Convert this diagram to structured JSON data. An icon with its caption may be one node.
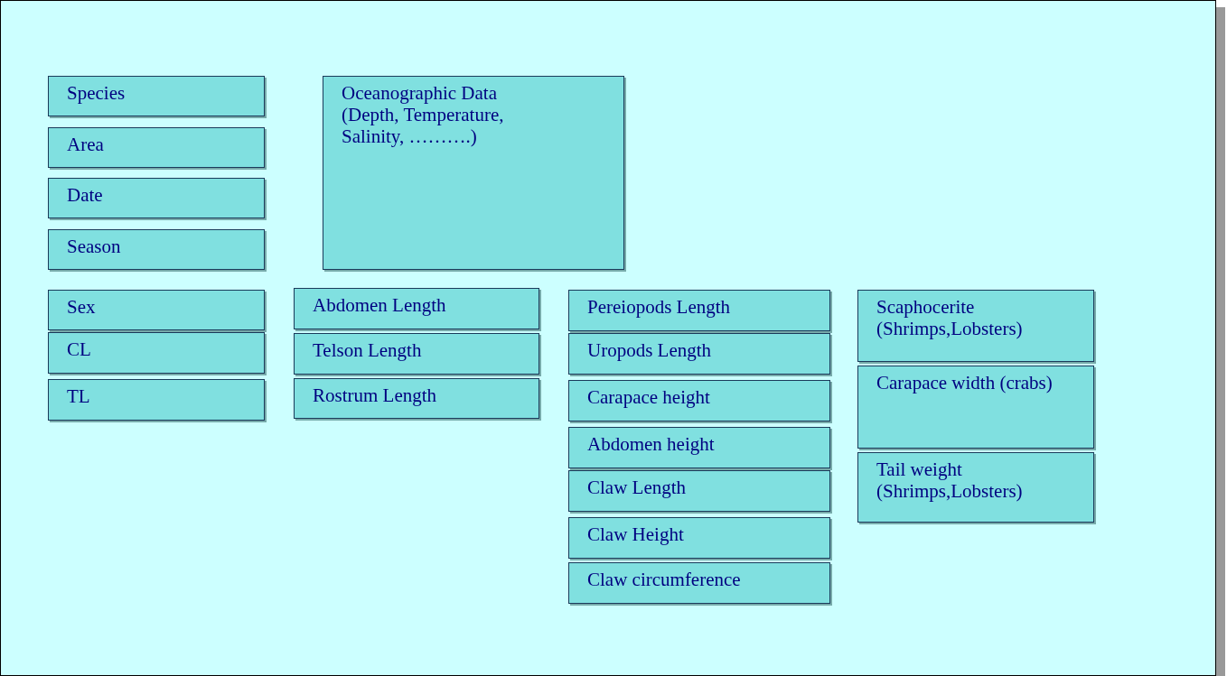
{
  "diagram": {
    "nodes": [
      {
        "text": [
          "Species"
        ]
      },
      {
        "text": [
          "Area"
        ]
      },
      {
        "text": [
          "Date"
        ]
      },
      {
        "text": [
          "Season"
        ]
      },
      {
        "text": [
          "Oceanographic Data (Depth, Temperature, Salinity, ……….)"
        ]
      },
      {
        "text": [
          "Sex"
        ]
      },
      {
        "text": [
          "CL"
        ]
      },
      {
        "text": [
          "TL"
        ]
      },
      {
        "text": [
          "Abdomen Length"
        ]
      },
      {
        "text": [
          "Telson Length"
        ]
      },
      {
        "text": [
          "Rostrum Length"
        ]
      },
      {
        "text": [
          "Pereiopods Length"
        ]
      },
      {
        "text": [
          "Uropods Length"
        ]
      },
      {
        "text": [
          "Carapace height"
        ]
      },
      {
        "text": [
          "Abdomen height"
        ]
      },
      {
        "text": [
          "Claw Length"
        ]
      },
      {
        "text": [
          "Claw Height"
        ]
      },
      {
        "text": [
          "Claw circumference"
        ]
      },
      {
        "text": [
          "Scaphocerite (Shrimps,Lobsters)"
        ]
      },
      {
        "text": [
          "Carapace width (crabs)"
        ]
      },
      {
        "text": [
          "Tail weight (Shrimps,Lobsters)"
        ]
      }
    ]
  }
}
